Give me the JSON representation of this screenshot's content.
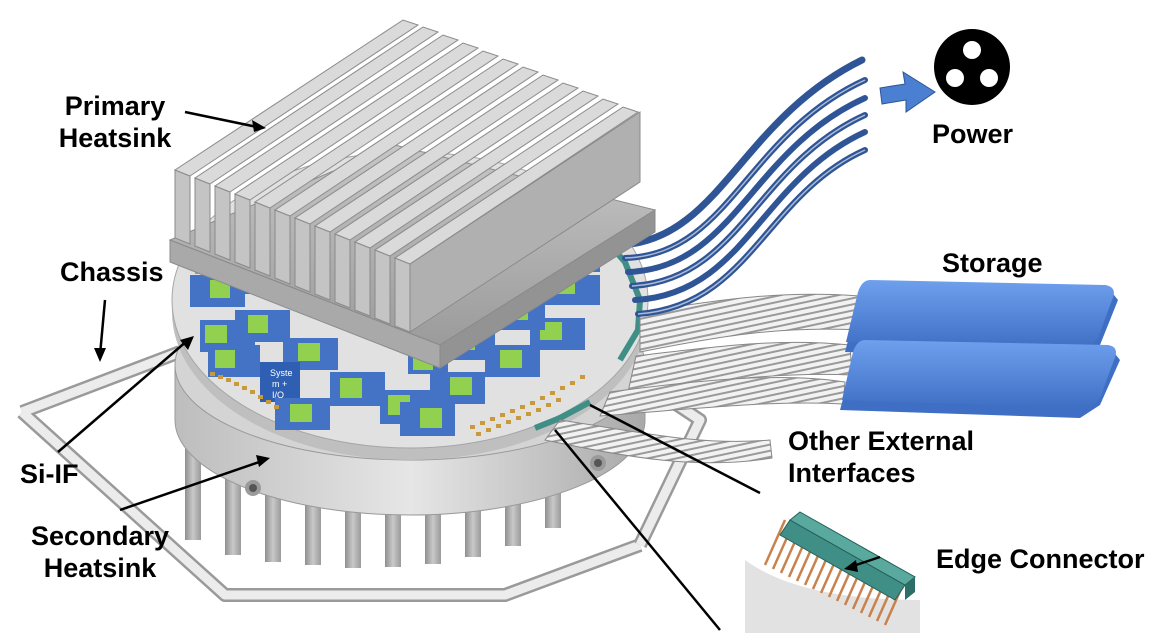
{
  "labels": {
    "primary_heatsink": [
      "Primary",
      "Heatsink"
    ],
    "chassis": "Chassis",
    "si_if": "Si-IF",
    "secondary_heatsink": [
      "Secondary",
      "Heatsink"
    ],
    "power": "Power",
    "storage": "Storage",
    "other_external": [
      "Other External",
      "Interfaces"
    ],
    "edge_connector": "Edge Connector",
    "chip_label": [
      "Syste",
      "m +",
      "I/O"
    ]
  },
  "colors": {
    "heatsink": "#b4b4b4",
    "wafer": "#d9d9d9",
    "chip_blue": "#4472c4",
    "chip_green": "#92d050",
    "cable_blue": "#2f5597",
    "storage_blue": "#5b8fe0",
    "connector_teal": "#3f8f86",
    "copper": "#c8824e",
    "arrow_blue": "#4a7fd1"
  },
  "icons": [
    "power-socket-icon",
    "arrow-right-icon"
  ]
}
